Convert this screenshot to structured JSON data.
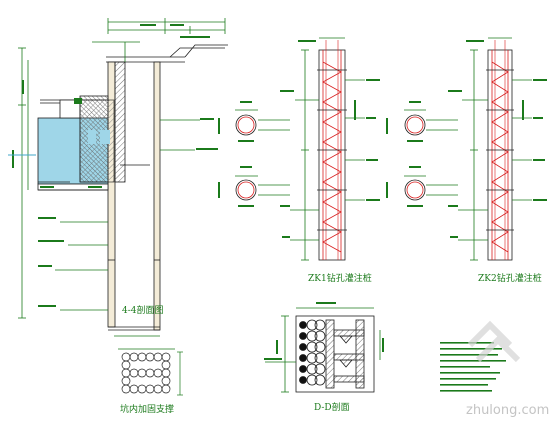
{
  "drawing": {
    "titles": {
      "section_44": "4-4剖面图",
      "zk1": "ZK1钻孔灌注桩",
      "zk2": "ZK2钻孔灌注桩",
      "support": "坑内加固支撑",
      "section_dd": "D-D剖面"
    },
    "watermark": "zhulong.com",
    "colors": {
      "line": "#1f1f1f",
      "pile_red": "#d81e1e",
      "dimension_green": "#1b7a1b",
      "fill_cyan": "#9fd6e8",
      "hatch_gray": "#777777"
    }
  }
}
